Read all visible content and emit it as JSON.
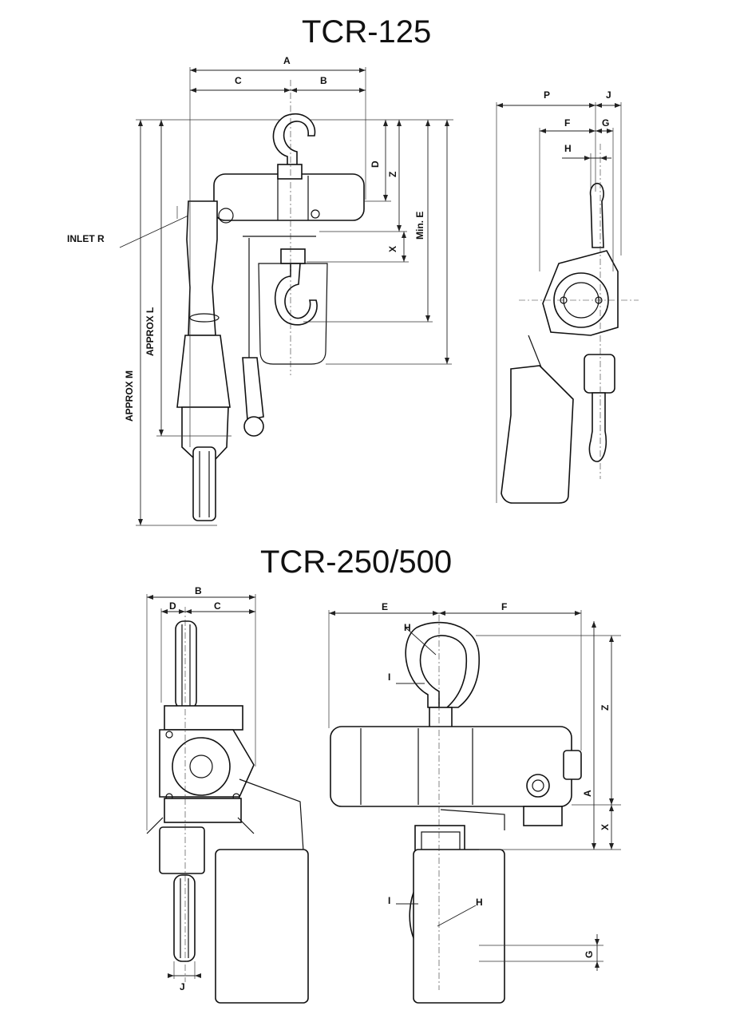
{
  "titles": {
    "top": "TCR-125",
    "bottom": "TCR-250/500"
  },
  "labels": {
    "top_front": {
      "A": "A",
      "B": "B",
      "C": "C",
      "D": "D",
      "Z": "Z",
      "min_e": "Min. E",
      "X": "X",
      "inlet_r": "INLET R",
      "approx_l": "APPROX L",
      "approx_m": "APPROX M"
    },
    "top_side": {
      "P": "P",
      "J": "J",
      "F": "F",
      "G": "G",
      "H": "H"
    },
    "bottom_side": {
      "B": "B",
      "D": "D",
      "C": "C",
      "J": "J"
    },
    "bottom_front": {
      "E": "E",
      "F": "F",
      "H_top": "H",
      "I_top": "I",
      "Z": "Z",
      "A": "A",
      "X": "X",
      "I_bottom": "I",
      "H_bottom": "H",
      "G": "G"
    }
  }
}
